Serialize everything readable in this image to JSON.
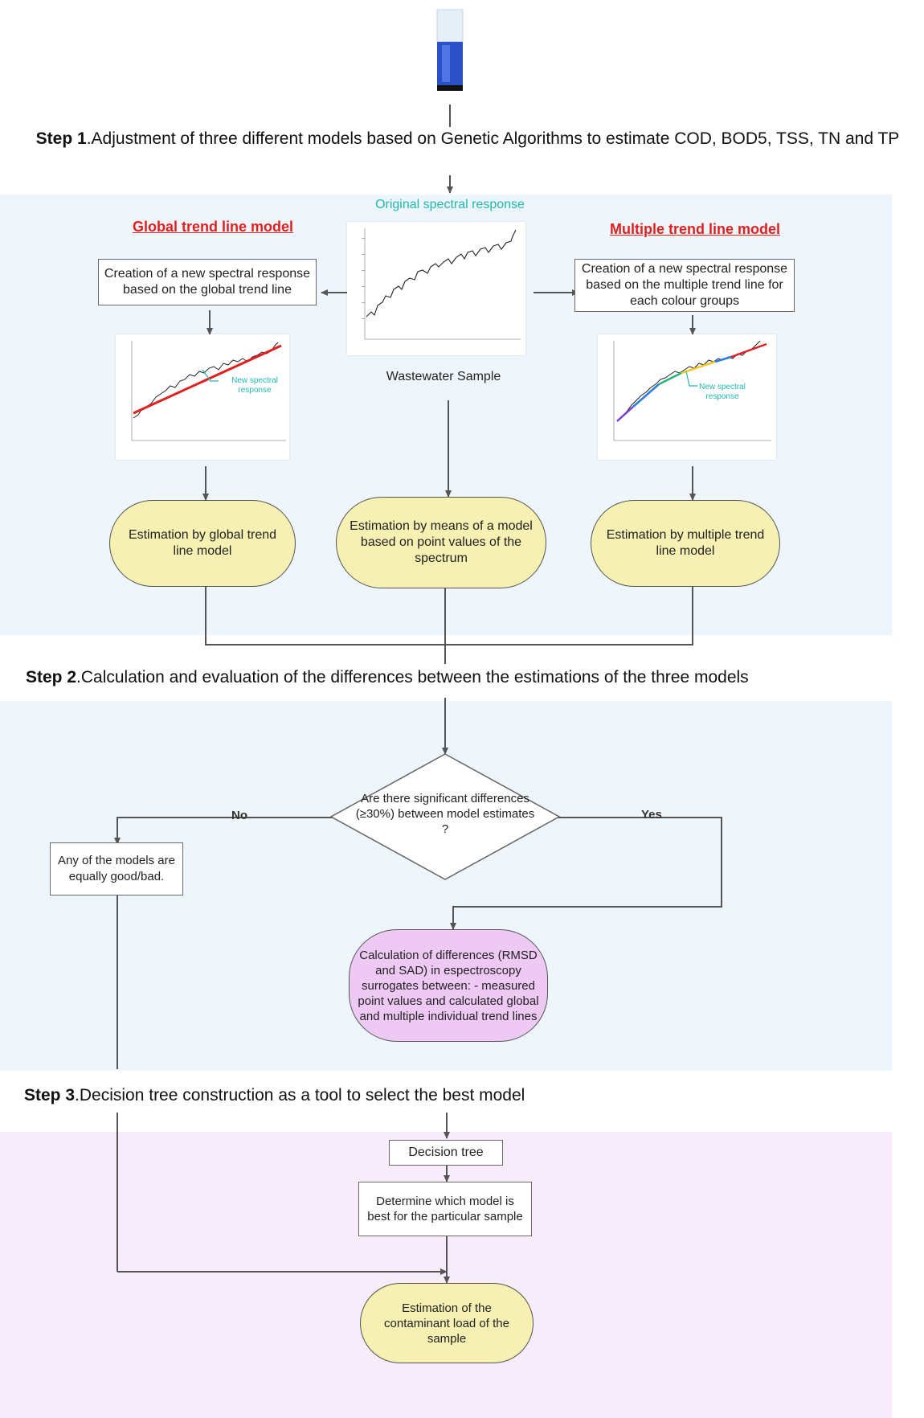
{
  "step1": {
    "label": "Step 1",
    "text": ".Adjustment of three different models based on Genetic Algorithms to estimate COD, BOD5, TSS, TN and TP"
  },
  "step2": {
    "label": "Step 2",
    "text": ".Calculation and evaluation of the differences between the estimations of the three models"
  },
  "step3": {
    "label": "Step 3",
    "text": ".Decision tree construction as a tool to select the best model"
  },
  "original_label": "Original spectral response",
  "sample_label": "Wastewater Sample",
  "global": {
    "title": "Global trend line model",
    "creation": "Creation of a new spectral response based on the global trend line",
    "estimation": "Estimation by global trend line model",
    "new_label": "New spectral response"
  },
  "multiple": {
    "title": "Multiple trend line model",
    "creation": "Creation of a new spectral response based on the multiple trend line for each colour groups",
    "estimation": "Estimation by multiple trend line model",
    "new_label": "New spectral response"
  },
  "point_estimation": "Estimation by means of a model based on point values of the spectrum",
  "decision": "Are there significant differences (≥30%) between model estimates ?",
  "no_label": "No",
  "yes_label": "Yes",
  "equal_box": "Any of the models are equally good/bad.",
  "calc_box": "Calculation of differences (RMSD and SAD) in espectroscopy surrogates between: - measured point values and calculated global and multiple individual trend lines",
  "decision_tree": "Decision tree",
  "determine_box": "Determine which model is best for the particular sample",
  "final_box": "Estimation of the contaminant load of the sample",
  "colors": {
    "blue_band": "#eef6fb",
    "pink_band": "#f7ecfa",
    "red": "#e02020",
    "teal": "#1fb7b1",
    "yellow": "#f6f0b2",
    "violet": "#edc9f3"
  }
}
